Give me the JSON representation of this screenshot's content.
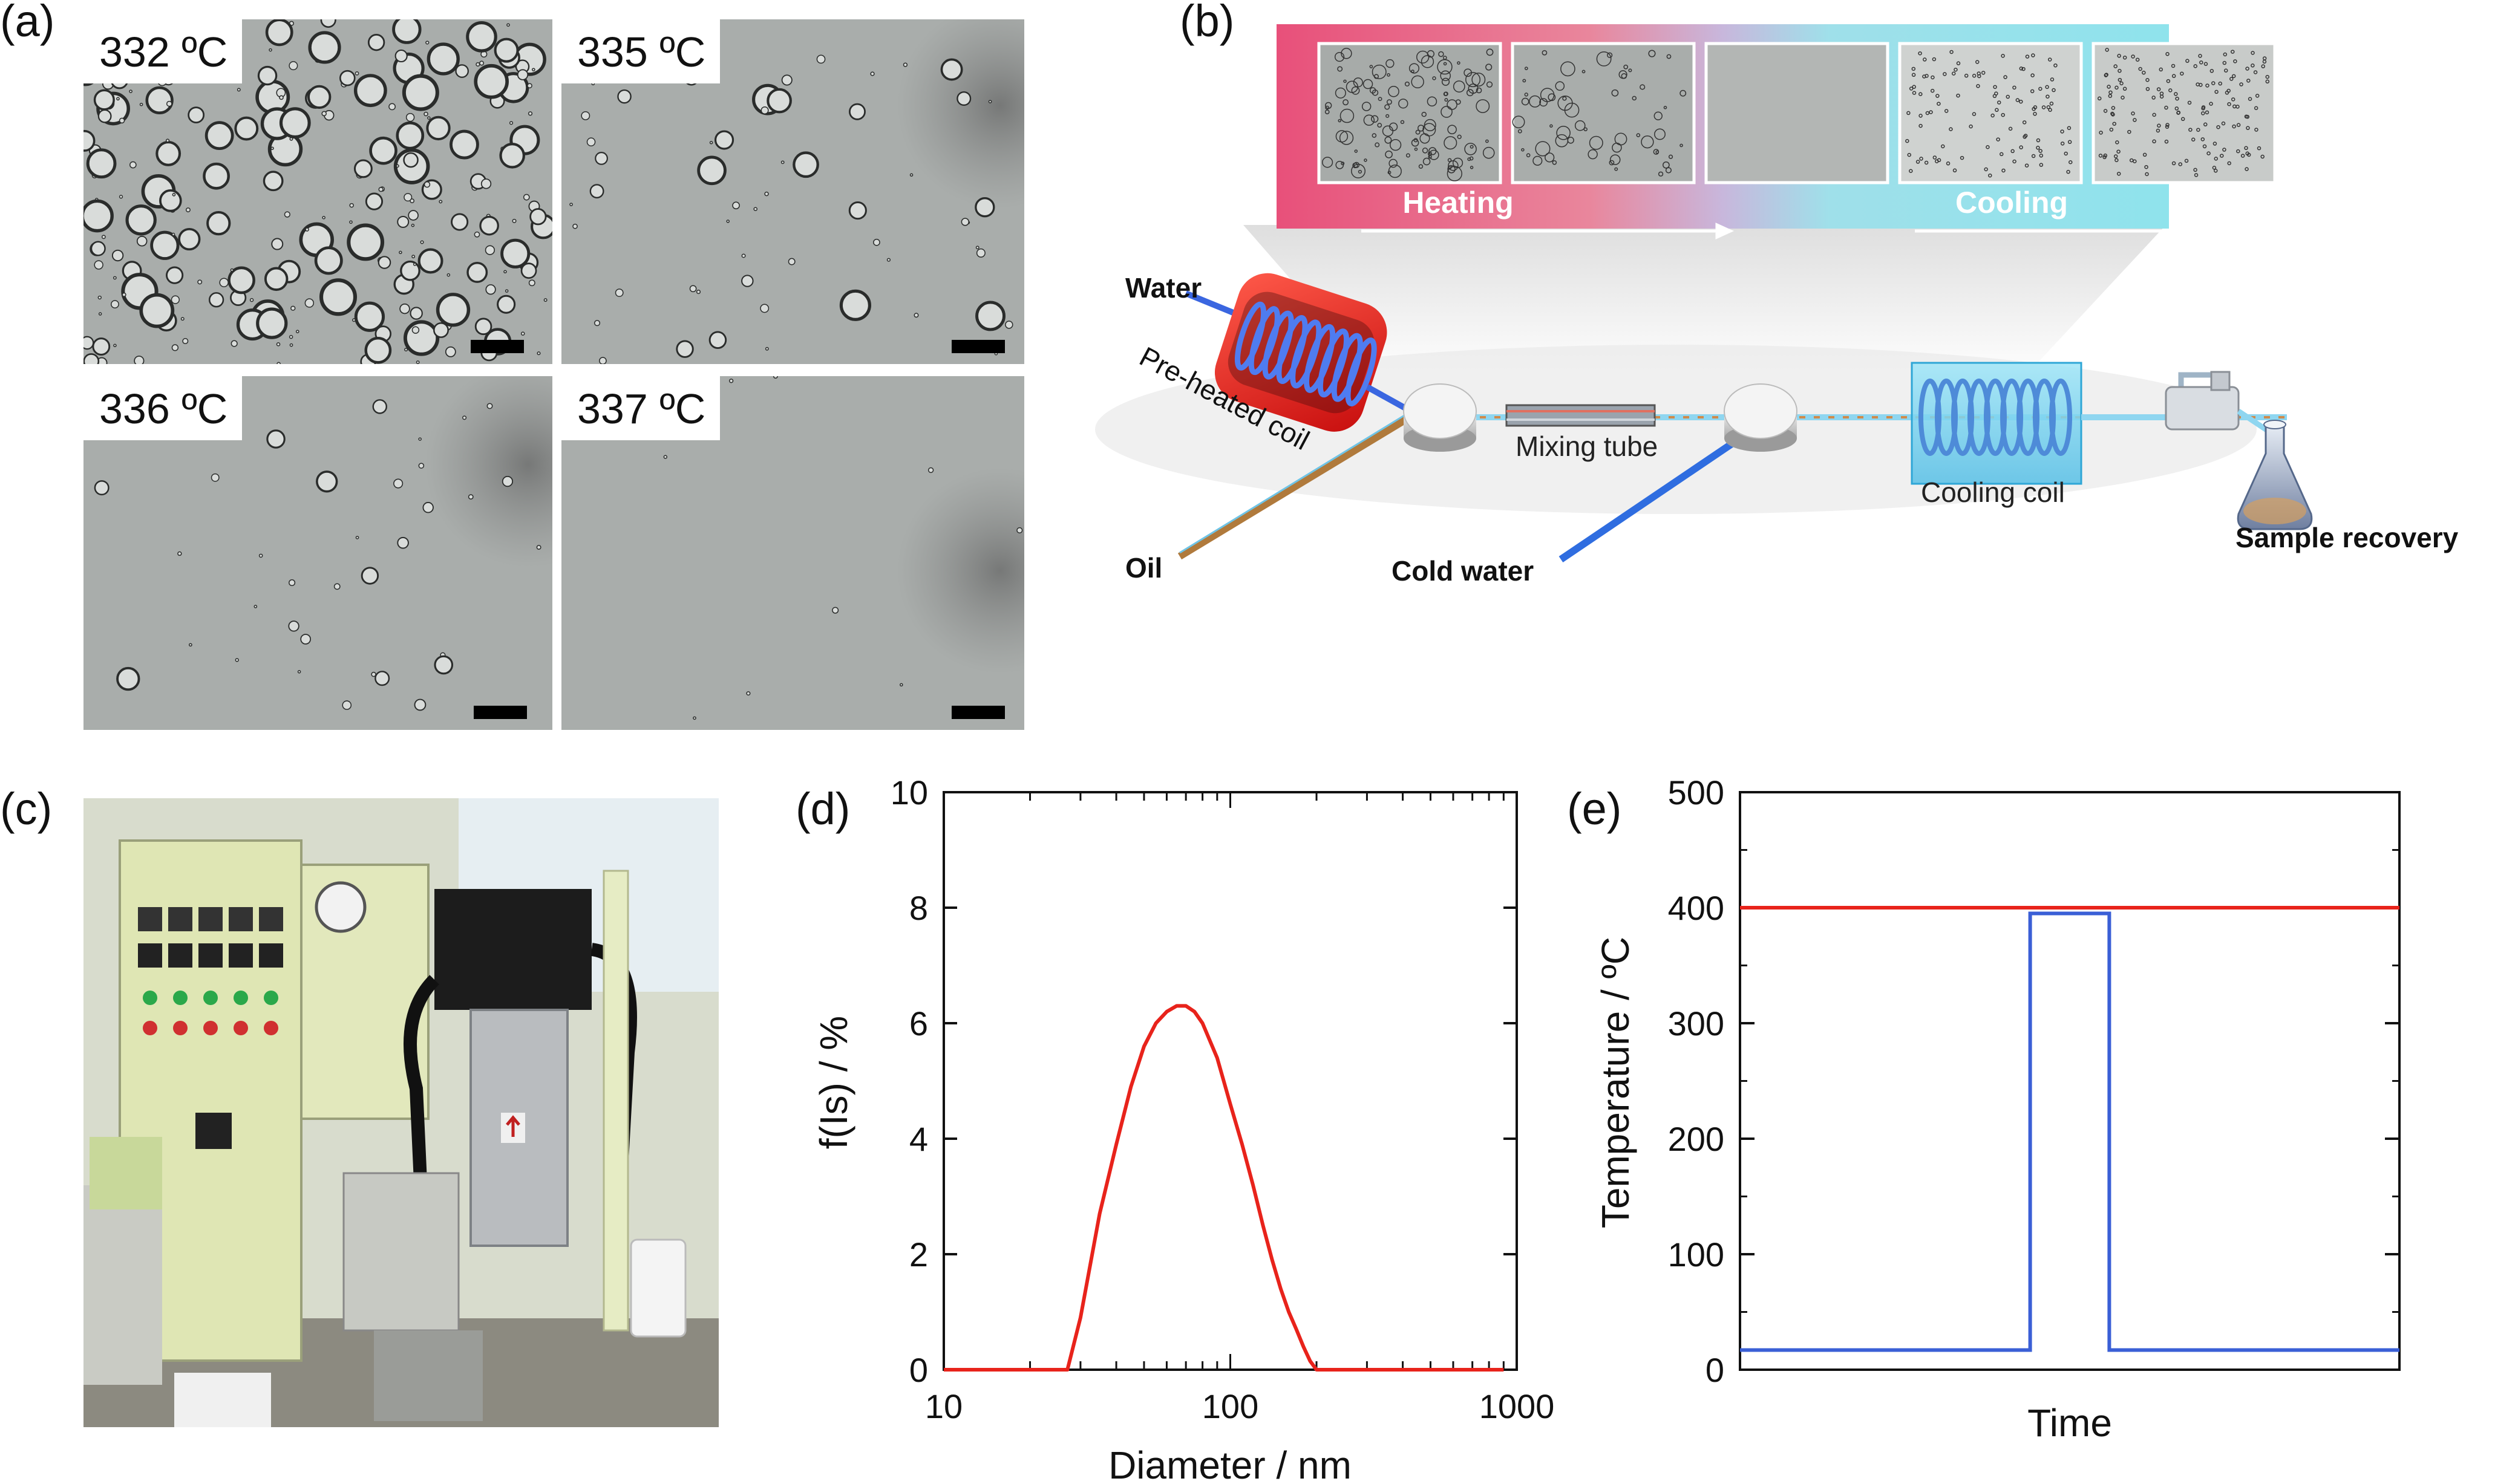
{
  "panel_labels": {
    "a": "(a)",
    "b": "(b)",
    "c": "(c)",
    "d": "(d)",
    "e": "(e)"
  },
  "panel_a": {
    "images": [
      {
        "temperature": "332 ºC"
      },
      {
        "temperature": "335 ºC"
      },
      {
        "temperature": "336 ºC"
      },
      {
        "temperature": "337 ºC"
      }
    ]
  },
  "panel_b": {
    "heating_label": "Heating",
    "cooling_label": "Cooling",
    "labels": {
      "water": "Water",
      "preheated_coil": "Pre-heated coil",
      "mixing_tube": "Mixing tube",
      "cooling_coil": "Cooling coil",
      "oil": "Oil",
      "cold_water": "Cold water",
      "sample_recovery": "Sample recovery"
    },
    "colors": {
      "heating": "#e8507a",
      "cooling": "#8fe3ec",
      "heater": "#e8231b",
      "coil": "#3a66e0"
    }
  },
  "chart_data": [
    {
      "panel": "d",
      "type": "line",
      "xlabel": "Diameter / nm",
      "ylabel": "f(Is) / %",
      "x_scale": "log",
      "xlim": [
        10,
        1000
      ],
      "ylim": [
        0,
        10
      ],
      "x_ticks": [
        "10",
        "100",
        "1000"
      ],
      "y_ticks": [
        "0",
        "2",
        "4",
        "6",
        "8",
        "10"
      ],
      "color": "#e8231b",
      "x": [
        10,
        20,
        27,
        30,
        35,
        40,
        45,
        50,
        55,
        60,
        65,
        70,
        75,
        80,
        90,
        100,
        110,
        120,
        130,
        140,
        150,
        160,
        170,
        180,
        190,
        200,
        900
      ],
      "y": [
        0,
        0,
        0,
        0.9,
        2.7,
        3.9,
        4.9,
        5.6,
        6.0,
        6.2,
        6.3,
        6.3,
        6.2,
        6.0,
        5.4,
        4.6,
        3.9,
        3.2,
        2.5,
        1.9,
        1.4,
        1.0,
        0.7,
        0.4,
        0.15,
        0,
        0
      ]
    },
    {
      "panel": "e",
      "type": "line",
      "xlabel": "Time",
      "ylabel": "Temperature / ºC",
      "ylim": [
        0,
        500
      ],
      "y_ticks": [
        "0",
        "100",
        "200",
        "300",
        "400",
        "500"
      ],
      "grid": false,
      "series": [
        {
          "color": "#e8231b",
          "x": [
            0,
            1
          ],
          "y": [
            400,
            400
          ]
        },
        {
          "color": "#3a5fd6",
          "x": [
            0,
            0.44,
            0.44,
            0.56,
            0.56,
            1
          ],
          "y": [
            17,
            17,
            395,
            395,
            17,
            17
          ]
        }
      ]
    }
  ]
}
